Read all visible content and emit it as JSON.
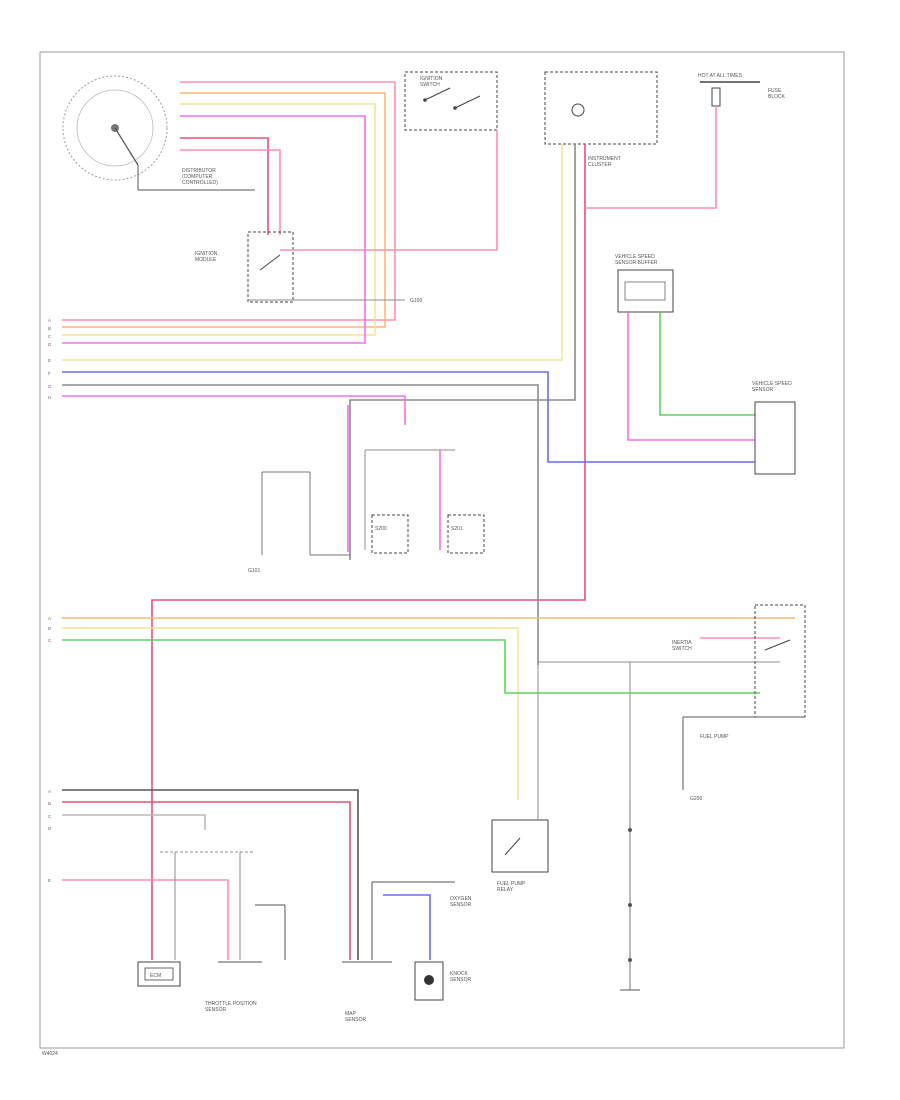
{
  "colors": {
    "pink": "#ff8fb0",
    "red": "#e8507a",
    "orange": "#f5b97a",
    "yellow": "#f3e49a",
    "magenta": "#f070f0",
    "blue": "#6a6af5",
    "green": "#5fd35f",
    "gray": "#8c8c8c",
    "black": "#333333",
    "frame": "#9a9a9a"
  },
  "labels": {
    "distributor": [
      "DISTRIBUTOR",
      "(COMPUTER",
      "CONTROLLED)"
    ],
    "ignition_switch": [
      "IGNITION",
      "SWITCH"
    ],
    "instrument_cluster": [
      "INSTRUMENT",
      "CLUSTER"
    ],
    "hot_fuse": [
      "HOT AT ALL TIMES"
    ],
    "fuse_block": [
      "FUSE",
      "BLOCK"
    ],
    "ignition_module": [
      "IGNITION",
      "MODULE"
    ],
    "ground_left": [
      "G100"
    ],
    "ground_right": [
      "G101"
    ],
    "vehicle_speed_sensor": [
      "VEHICLE SPEED",
      "SENSOR"
    ],
    "buffer": [
      "VEHICLE SPEED",
      "SENSOR BUFFER"
    ],
    "splice_left": [
      "S200"
    ],
    "splice_right": [
      "S201"
    ],
    "o2_sensor": [
      "OXYGEN",
      "SENSOR"
    ],
    "fuel_pump_relay": [
      "FUEL PUMP",
      "RELAY"
    ],
    "fuel_pump_inertia": [
      "INERTIA",
      "SWITCH"
    ],
    "fuel_pump": [
      "FUEL PUMP"
    ],
    "fuel_pump_ground": [
      "G200"
    ],
    "ecm": [
      "ECM"
    ],
    "tps": [
      "THROTTLE POSITION",
      "SENSOR"
    ],
    "map_sensor": [
      "MAP",
      "SENSOR"
    ],
    "knock_sensor": [
      "KNOCK",
      "SENSOR"
    ],
    "footer_code": [
      "W4024"
    ]
  },
  "connector_pins": {
    "left_upper": [
      "A",
      "B",
      "C",
      "D",
      "E",
      "F",
      "G",
      "H"
    ],
    "left_middle": [
      "A",
      "B",
      "C"
    ],
    "left_lower": [
      "A",
      "B",
      "C",
      "D",
      "E"
    ]
  }
}
